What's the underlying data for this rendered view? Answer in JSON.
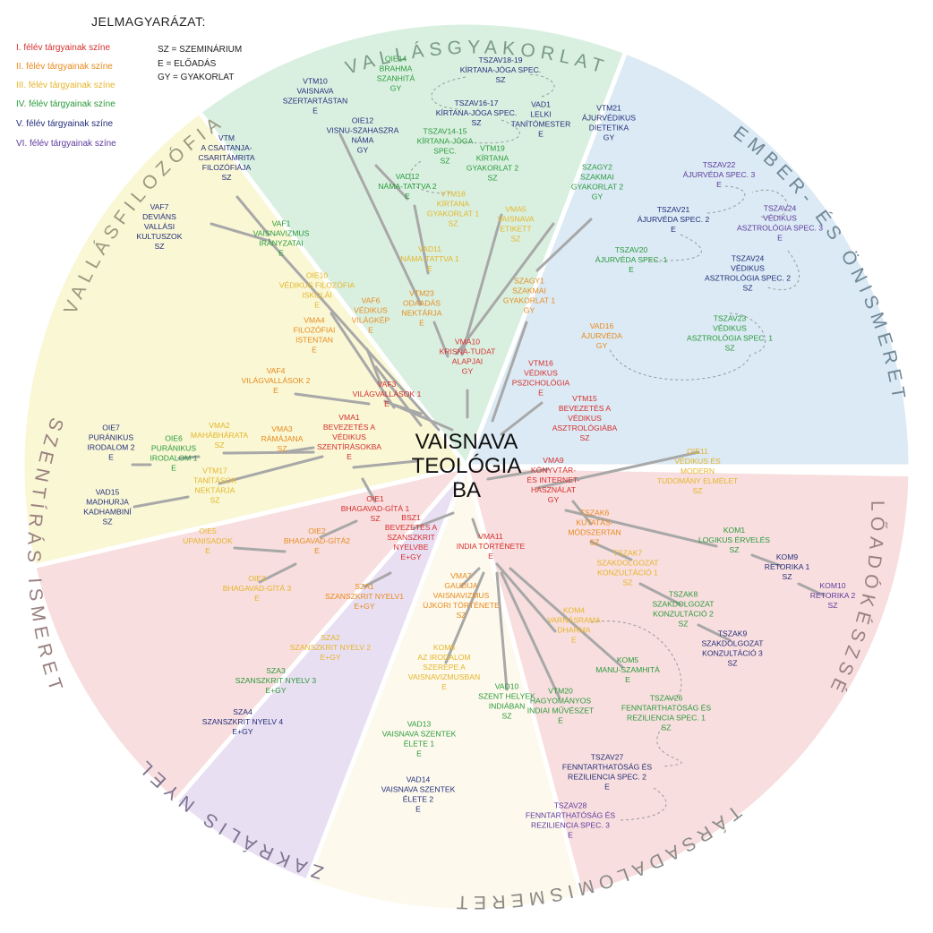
{
  "legend": {
    "title": "JELMAGYARÁZAT:",
    "semesters": [
      {
        "label": "I. félév tárgyainak színe",
        "color": "#d62e2e"
      },
      {
        "label": "II. félév tárgyainak színe",
        "color": "#e88a1e"
      },
      {
        "label": "III. félév tárgyainak színe",
        "color": "#e6b52a"
      },
      {
        "label": "IV. félév tárgyainak színe",
        "color": "#2a9a3c"
      },
      {
        "label": "V. félév tárgyainak színe",
        "color": "#232e7a"
      },
      {
        "label": "VI. félév tárgyainak színe",
        "color": "#5e3a9e"
      }
    ],
    "abbreviations": [
      "SZ = SZEMINÁRIUM",
      "E = ELŐADÁS",
      "GY = GYAKORLAT"
    ]
  },
  "center": [
    "VAISNAVA",
    "TEOLÓGIA",
    "BA"
  ],
  "sectors": [
    {
      "title": "VALLÁSGYAKORLAT",
      "color": "#d9f0e0"
    },
    {
      "title": "EMBER- ÉS ÖNISMERET",
      "color": "#dbeaf4"
    },
    {
      "title": "ELŐADÓKÉSZSÉG",
      "color": "#f8dede"
    },
    {
      "title": "TÁRSADALOMISMERET",
      "color": "#fdf9ec"
    },
    {
      "title": "SZAKRÁLIS NYELV",
      "color": "#e9dff2"
    },
    {
      "title": "SZENTÍRÁS ISMERET",
      "color": "#f8dede"
    },
    {
      "title": "VALLÁSFILOZÓFIA",
      "color": "#f9f7d4"
    }
  ],
  "nodes": [
    {
      "id": "OIE14",
      "lines": [
        "OIE14",
        "BRAHMA",
        "SZANHITÁ",
        "GY"
      ],
      "semester": 4
    },
    {
      "id": "TSZAV18-19",
      "lines": [
        "TSZAV18-19",
        "KÍRTANA-JÓGA SPEC.",
        "SZ"
      ],
      "semester": 5
    },
    {
      "id": "VTM10",
      "lines": [
        "VTM10",
        "VAISNAVA",
        "SZERTARTÁSTAN",
        "E"
      ],
      "semester": 5
    },
    {
      "id": "TSZAV16-17",
      "lines": [
        "TSZAV16-17",
        "KÍRTANA-JÓGA SPEC.",
        "SZ"
      ],
      "semester": 5
    },
    {
      "id": "VAD1",
      "lines": [
        "VAD1",
        "LELKI",
        "TANÍTÓMESTER",
        "E"
      ],
      "semester": 5
    },
    {
      "id": "VTM21",
      "lines": [
        "VTM21",
        "ÁJURVÉDIKUS",
        "DIETETIKA",
        "GY"
      ],
      "semester": 5
    },
    {
      "id": "OIE12",
      "lines": [
        "OIE12",
        "VISNU-SZAHASZRA",
        "NÁMA",
        "GY"
      ],
      "semester": 5
    },
    {
      "id": "TSZAV14-15",
      "lines": [
        "TSZAV14-15",
        "KÍRTANA-JÓGA",
        "SPEC.",
        "SZ"
      ],
      "semester": 4
    },
    {
      "id": "VTM19",
      "lines": [
        "VTM19",
        "KÍRTANA",
        "GYAKORLAT 2",
        "SZ"
      ],
      "semester": 4
    },
    {
      "id": "SZAGY2",
      "lines": [
        "SZAGY2",
        "SZAKMAI",
        "GYAKORLAT 2",
        "GY"
      ],
      "semester": 4
    },
    {
      "id": "VAD12",
      "lines": [
        "VAD12",
        "NÁMA-TATTVA 2",
        "E"
      ],
      "semester": 4
    },
    {
      "id": "VTM18",
      "lines": [
        "VTM18",
        "KÍRTANA",
        "GYAKORLAT 1",
        "SZ"
      ],
      "semester": 3
    },
    {
      "id": "VMA5",
      "lines": [
        "VMA5",
        "VAISNAVA",
        "ETIKETT",
        "SZ"
      ],
      "semester": 3
    },
    {
      "id": "VAD11",
      "lines": [
        "VAD11",
        "NÁMA-TATTVA 1",
        "E"
      ],
      "semester": 3
    },
    {
      "id": "VTM23",
      "lines": [
        "VTM23",
        "ODAADÁS",
        "NEKTÁRJA",
        "E"
      ],
      "semester": 2
    },
    {
      "id": "SZAGY1",
      "lines": [
        "SZAGY1",
        "SZAKMAI",
        "GYAKORLAT 1",
        "GY"
      ],
      "semester": 2
    },
    {
      "id": "VMA10",
      "lines": [
        "VMA10",
        "KRISNA-TUDAT",
        "ALAPJAI",
        "GY"
      ],
      "semester": 1
    },
    {
      "id": "TSZAV22",
      "lines": [
        "TSZAV22",
        "ÁJURVÉDA SPEC. 3",
        "E"
      ],
      "semester": 6
    },
    {
      "id": "TSZAV21",
      "lines": [
        "TSZAV21",
        "ÁJURVÉDA SPEC. 2",
        "E"
      ],
      "semester": 5
    },
    {
      "id": "TSZAV24a",
      "lines": [
        "TSZAV24",
        "VÉDIKUS",
        "ASZTROLÓGIA SPEC. 3",
        "E"
      ],
      "semester": 6
    },
    {
      "id": "TSZAV20",
      "lines": [
        "TSZAV20",
        "ÁJURVÉDA SPEC. 1",
        "E"
      ],
      "semester": 4
    },
    {
      "id": "TSZAV24b",
      "lines": [
        "TSZAV24",
        "VÉDIKUS",
        "ASZTROLÓGIA SPEC. 2",
        "SZ"
      ],
      "semester": 5
    },
    {
      "id": "VAD16",
      "lines": [
        "VAD16",
        "ÁJURVÉDA",
        "GY"
      ],
      "semester": 2
    },
    {
      "id": "TSZAV23",
      "lines": [
        "TSZAV23",
        "VÉDIKUS",
        "ASZTROLÓGIA SPEC. 1",
        "SZ"
      ],
      "semester": 4
    },
    {
      "id": "VTM16",
      "lines": [
        "VTM16",
        "VÉDIKUS",
        "PSZICHOLÓGIA",
        "E"
      ],
      "semester": 1
    },
    {
      "id": "VTM15",
      "lines": [
        "VTM15",
        "BEVEZETÉS A",
        "VÉDIKUS",
        "ASZTROLÓGIÁBA",
        "SZ"
      ],
      "semester": 1
    },
    {
      "id": "OIE11",
      "lines": [
        "OIE11",
        "VÉDIKUS ÉS",
        "MODERN",
        "TUDOMÁNY ELMÉLET",
        "SZ"
      ],
      "semester": 3
    },
    {
      "id": "VMA9",
      "lines": [
        "VMA9",
        "KÖNYVTÁR-",
        "ÉS INTERNET-",
        "HASZNÁLAT",
        "GY"
      ],
      "semester": 1
    },
    {
      "id": "TSZAK6",
      "lines": [
        "TSZAK6",
        "KUTATÁS-",
        "MÓDSZERTAN",
        "SZ"
      ],
      "semester": 2
    },
    {
      "id": "KOM1",
      "lines": [
        "KOM1",
        "LOGIKUS ÉRVELÉS",
        "SZ"
      ],
      "semester": 4
    },
    {
      "id": "KOM9",
      "lines": [
        "KOM9",
        "RETORIKA 1",
        "SZ"
      ],
      "semester": 5
    },
    {
      "id": "TSZAK7",
      "lines": [
        "TSZAK7",
        "SZAKDOLGOZAT",
        "KONZULTÁCIÓ 1",
        "SZ"
      ],
      "semester": 3
    },
    {
      "id": "KOM10",
      "lines": [
        "KOM10",
        "RETORIKA 2",
        "SZ"
      ],
      "semester": 6
    },
    {
      "id": "TSZAK8",
      "lines": [
        "TSZAK8",
        "SZAKDOLGOZAT",
        "KONZULTÁCIÓ 2",
        "SZ"
      ],
      "semester": 4
    },
    {
      "id": "TSZAK9",
      "lines": [
        "TSZAK9",
        "SZAKDOLGOZAT",
        "KONZULTÁCIÓ 3",
        "SZ"
      ],
      "semester": 5
    },
    {
      "id": "VMA11",
      "lines": [
        "VMA11",
        "INDIA TÖRTÉNETE",
        "E"
      ],
      "semester": 1
    },
    {
      "id": "VMA7",
      "lines": [
        "VMA7",
        "GAUDIJA",
        "VAISNAVIZMUS",
        "ÚJKORI TÖRTÉNETE",
        "SZ"
      ],
      "semester": 2
    },
    {
      "id": "KOM4",
      "lines": [
        "KOM4",
        "VARNÁSRAMA",
        "DHARMA",
        "E"
      ],
      "semester": 3
    },
    {
      "id": "KOM5",
      "lines": [
        "KOM5",
        "MANU-SZAMHITÁ",
        "E"
      ],
      "semester": 4
    },
    {
      "id": "KOM8",
      "lines": [
        "KOM8",
        "AZ IRODALOM",
        "SZEREPE A",
        "VAISNAVIZMUSBAN",
        "E"
      ],
      "semester": 3
    },
    {
      "id": "VAD10",
      "lines": [
        "VAD10",
        "SZENT HELYEK",
        "INDIÁBAN",
        "SZ"
      ],
      "semester": 4
    },
    {
      "id": "VTM20",
      "lines": [
        "VTM20",
        "HAGYOMÁNYOS",
        "INDIAI MŰVÉSZET",
        "E"
      ],
      "semester": 4
    },
    {
      "id": "TSZAV26",
      "lines": [
        "TSZAV26",
        "FENNTARTHATÓSÁG ÉS",
        "REZILIENCIA SPEC. 1",
        "SZ"
      ],
      "semester": 4
    },
    {
      "id": "VAD13",
      "lines": [
        "VAD13",
        "VAISNAVA SZENTEK",
        "ÉLETE 1",
        "E"
      ],
      "semester": 4
    },
    {
      "id": "TSZAV27",
      "lines": [
        "TSZAV27",
        "FENNTARTHATÓSÁG ÉS",
        "REZILIENCIA SPEC. 2",
        "E"
      ],
      "semester": 5
    },
    {
      "id": "VAD14",
      "lines": [
        "VAD14",
        "VAISNAVA SZENTEK",
        "ÉLETE 2",
        "E"
      ],
      "semester": 5
    },
    {
      "id": "TSZAV28",
      "lines": [
        "TSZAV28",
        "FENNTARTHATÓSÁG ÉS",
        "REZILIENCIA SPEC. 3",
        "E"
      ],
      "semester": 6
    },
    {
      "id": "BSZ1",
      "lines": [
        "BSZ1",
        "BEVEZETÉS A",
        "SZANSZKRIT",
        "NYELVBE",
        "E+GY"
      ],
      "semester": 1
    },
    {
      "id": "SZA1",
      "lines": [
        "SZA1",
        "SZANSZKRIT NYELV1",
        "E+GY"
      ],
      "semester": 2
    },
    {
      "id": "SZA2",
      "lines": [
        "SZA2",
        "SZANSZKRIT NYELV 2",
        "E+GY"
      ],
      "semester": 3
    },
    {
      "id": "SZA3",
      "lines": [
        "SZA3",
        "SZANSZKRIT NYELV 3",
        "E+GY"
      ],
      "semester": 4
    },
    {
      "id": "SZA4",
      "lines": [
        "SZA4",
        "SZANSZKRIT NYELV 4",
        "E+GY"
      ],
      "semester": 5
    },
    {
      "id": "OIE7",
      "lines": [
        "OIE7",
        "PURÁNIKUS",
        "IRODALOM 2",
        "E"
      ],
      "semester": 5
    },
    {
      "id": "OIE6",
      "lines": [
        "OIE6",
        "PURÁNIKUS",
        "IRODALOM 1",
        "E"
      ],
      "semester": 4
    },
    {
      "id": "VMA2",
      "lines": [
        "VMA2",
        "MAHÁBHÁRATA",
        "SZ"
      ],
      "semester": 3
    },
    {
      "id": "VMA3",
      "lines": [
        "VMA3",
        "RÁMÁJANA",
        "SZ"
      ],
      "semester": 2
    },
    {
      "id": "VMA1",
      "lines": [
        "VMA1",
        "BEVEZETÉS A",
        "VÉDIKUS",
        "SZENTÍRÁSOKBA",
        "E"
      ],
      "semester": 1
    },
    {
      "id": "VTM17",
      "lines": [
        "VTM17",
        "TANÍTÁSOK",
        "NEKTÁRJA",
        "SZ"
      ],
      "semester": 3
    },
    {
      "id": "VAD15",
      "lines": [
        "VAD15",
        "MADHURJA",
        "KADHAMBINÍ",
        "SZ"
      ],
      "semester": 5
    },
    {
      "id": "OIE1",
      "lines": [
        "OIE1",
        "BHAGAVAD-GÍTÁ 1",
        "SZ"
      ],
      "semester": 1
    },
    {
      "id": "OIE5",
      "lines": [
        "OIE5",
        "UPANISADOK",
        "E"
      ],
      "semester": 3
    },
    {
      "id": "OIE2",
      "lines": [
        "OIE2",
        "BHAGAVAD-GÍTÁ2",
        "E"
      ],
      "semester": 2
    },
    {
      "id": "OIE3",
      "lines": [
        "OIE3",
        "BHAGAVAD-GÍTÁ 3",
        "E"
      ],
      "semester": 3
    },
    {
      "id": "VTM",
      "lines": [
        "VTM",
        "A CSAITANJA-",
        "CSARITÁMRITA",
        "FILOZÓFIÁJA",
        "SZ"
      ],
      "semester": 5
    },
    {
      "id": "VAF7",
      "lines": [
        "VAF7",
        "DEVIÁNS",
        "VALLÁSI",
        "KULTUSZOK",
        "SZ"
      ],
      "semester": 5
    },
    {
      "id": "VAF1",
      "lines": [
        "VAF1",
        "VAISNAVIZMUS",
        "IRÁNYZATAI",
        "E"
      ],
      "semester": 4
    },
    {
      "id": "OIE10",
      "lines": [
        "OIE10",
        "VÉDIKUS FILOZÓFIA",
        "ISKOLÁI",
        "E"
      ],
      "semester": 3
    },
    {
      "id": "VAF6",
      "lines": [
        "VAF6",
        "VÉDIKUS",
        "VILÁGKÉP",
        "E"
      ],
      "semester": 2
    },
    {
      "id": "VMA4",
      "lines": [
        "VMA4",
        "FILOZÓFIAI",
        "ISTENTAN",
        "E"
      ],
      "semester": 2
    },
    {
      "id": "VAF4",
      "lines": [
        "VAF4",
        "VILÁGVALLÁSOK 2",
        "E"
      ],
      "semester": 2
    },
    {
      "id": "VAF3",
      "lines": [
        "VAF3",
        "VILÁGVALLÁSOK 1",
        "E"
      ],
      "semester": 1
    }
  ]
}
